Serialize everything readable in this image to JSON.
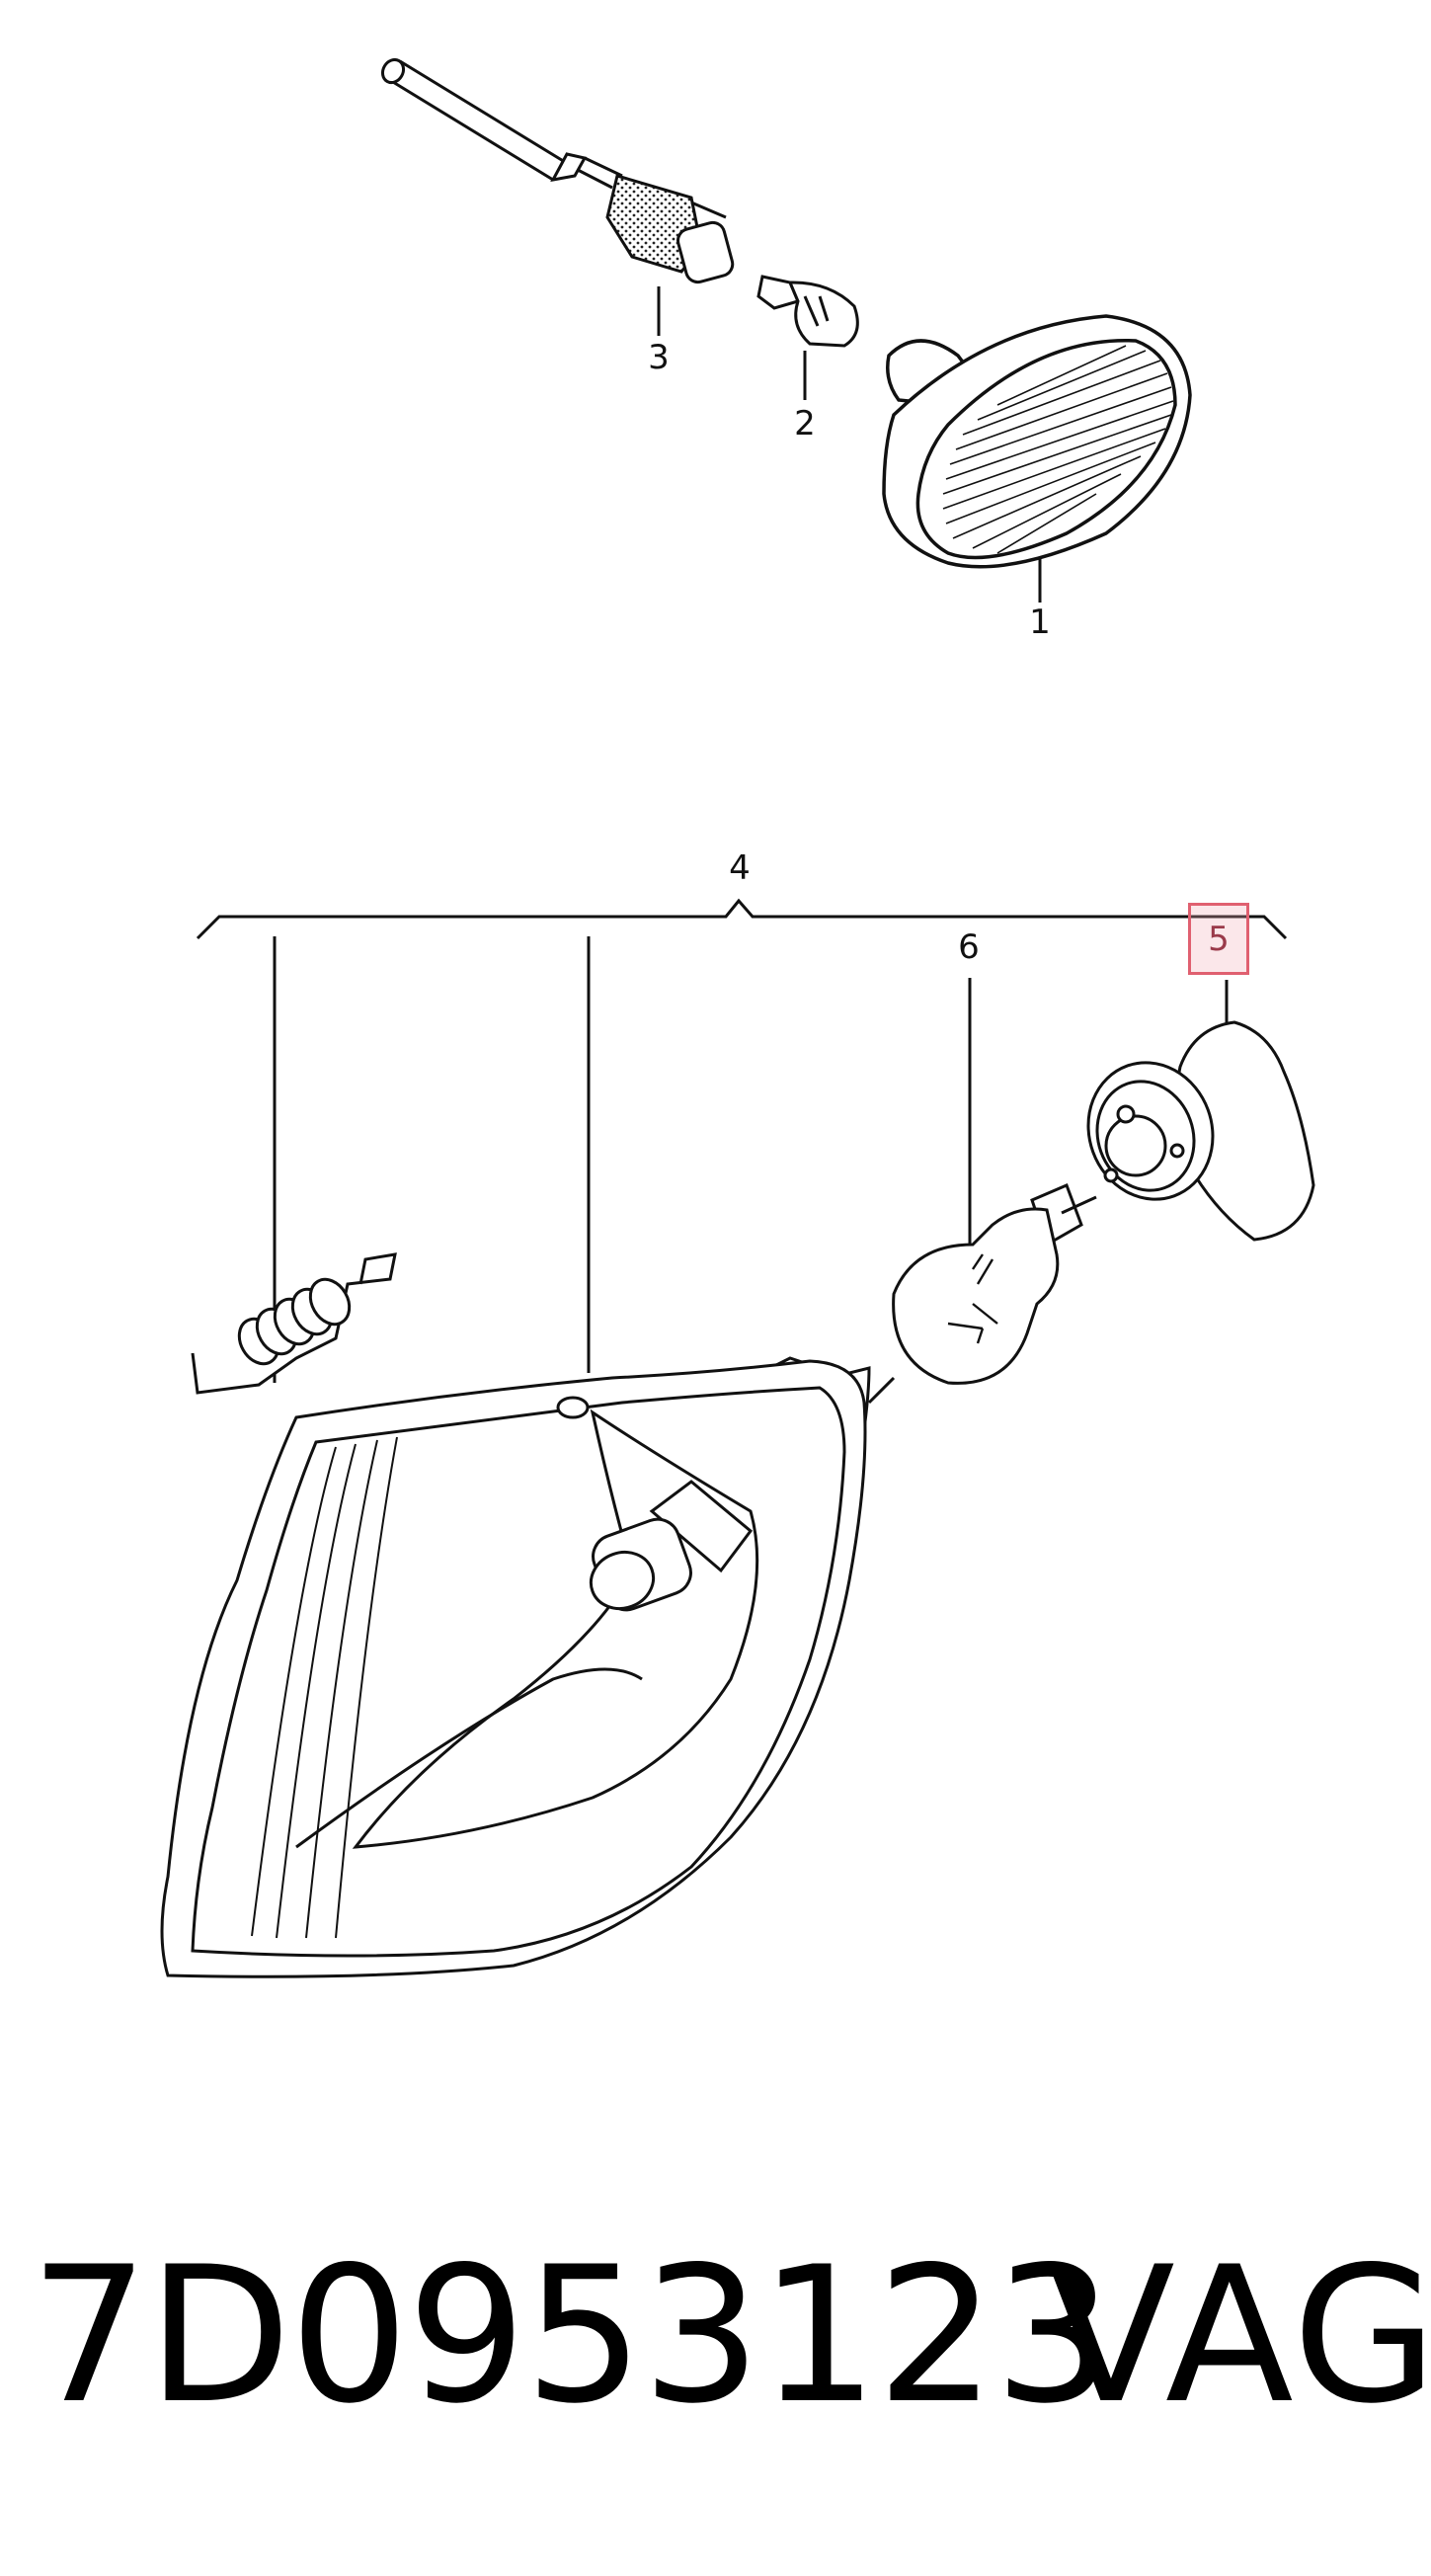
{
  "callouts": {
    "c1": "1",
    "c2": "2",
    "c3": "3",
    "c4": "4",
    "c5": "5",
    "c6": "6"
  },
  "highlight_color": "#e06070",
  "caption": {
    "part_number": "7D0953123",
    "brand": "VAG"
  }
}
